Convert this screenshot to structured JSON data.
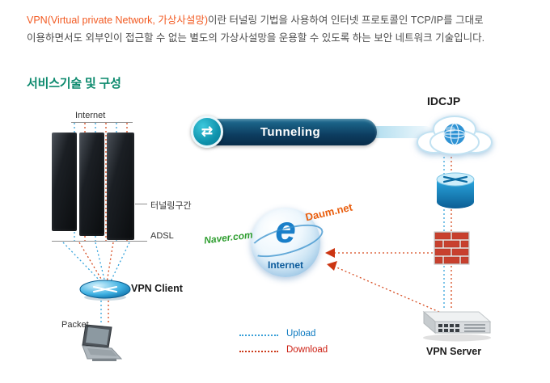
{
  "intro": {
    "highlight": "VPN(Virtual private Network, 가상사설망)",
    "line1_rest": "이란 터널링 기법을 사용하여 인터넷 프로토콜인 TCP/IP를 그대로",
    "line2": "이용하면서도 외부인이 접근할 수 없는 별도의 가상사설망을 운용할 수 있도록 하는 보안 네트워크 기술입니다."
  },
  "section_title": "서비스기술 및 구성",
  "diagram": {
    "internet_line_label": "Internet",
    "tunneling_label": "Tunneling",
    "tunneling_icon": "⇄",
    "idcjp_label": "IDCJP",
    "tunnel_zone_label": "터널링구간",
    "adsl_label": "ADSL",
    "vpn_client_label": "VPN Client",
    "packet_label": "Packet",
    "vpn_server_label": "VPN Server",
    "globe": {
      "e_letter": "e",
      "caption": "Internet",
      "site_left": "Naver.com",
      "site_right": "Daum.net"
    },
    "legend": {
      "upload": "Upload",
      "download": "Download"
    }
  },
  "colors": {
    "highlight_orange": "#f25a22",
    "heading_teal": "#0d8a6e",
    "upload_blue": "#0b79c0",
    "download_red": "#cc1d10",
    "naver_green": "#2f9e30",
    "daum_orange": "#e95e0e",
    "tunnel_pill_dark": "#0d3d60"
  }
}
